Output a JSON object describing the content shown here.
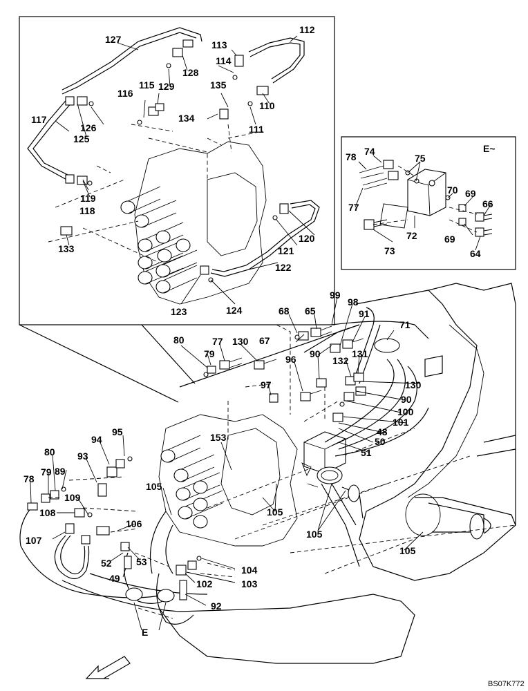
{
  "callouts_inset_top": [
    "127",
    "113",
    "112",
    "114",
    "128",
    "129",
    "116",
    "115",
    "135",
    "126",
    "110",
    "134",
    "111",
    "117",
    "125",
    "119",
    "118",
    "120",
    "121",
    "133",
    "122",
    "123",
    "124"
  ],
  "callouts_inset_e": [
    "E~",
    "78",
    "74",
    "75",
    "77",
    "70",
    "69",
    "66",
    "72",
    "73",
    "69",
    "64"
  ],
  "callouts_main": [
    "99",
    "98",
    "68",
    "65",
    "91",
    "71",
    "80",
    "77",
    "130",
    "67",
    "79",
    "90",
    "132",
    "131",
    "96",
    "130",
    "97",
    "90",
    "100",
    "101",
    "48",
    "50",
    "51",
    "153",
    "95",
    "94",
    "80",
    "93",
    "79",
    "89",
    "78",
    "105",
    "109",
    "106",
    "108",
    "107",
    "52",
    "53",
    "49",
    "104",
    "103",
    "102",
    "92",
    "105",
    "105",
    "105",
    "E"
  ],
  "drawing_code": "BS07K772"
}
